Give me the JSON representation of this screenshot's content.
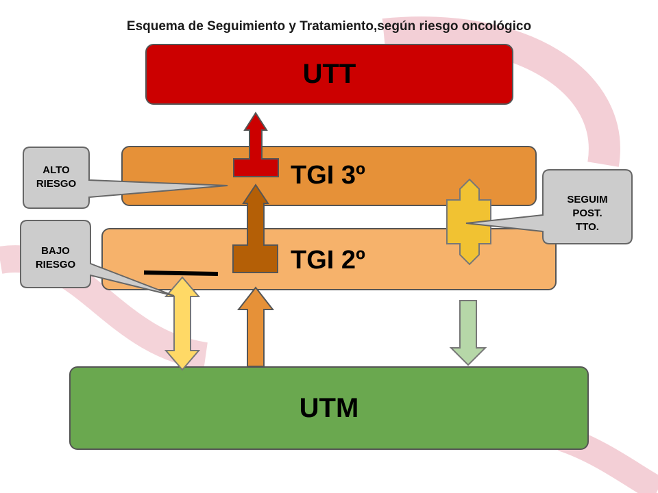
{
  "title": "Esquema de Seguimiento y Tratamiento,según riesgo oncológico",
  "boxes": {
    "utt": "UTT",
    "tgi3": "TGI 3º",
    "tgi2": "TGI 2º",
    "utm": "UTM"
  },
  "callouts": {
    "alto_line1": "ALTO",
    "alto_line2": "RIESGO",
    "bajo_line1": "BAJO",
    "bajo_line2": "RIESGO",
    "seguim_line1": "SEGUIM",
    "seguim_line2": "POST.",
    "seguim_line3": "TTO."
  },
  "colors": {
    "utt": "#cc0000",
    "tgi3": "#e69138",
    "tgi2": "#f6b26b",
    "utm": "#6aa84f",
    "callout": "#cccccc",
    "ribbon": "#e8a0ad"
  }
}
